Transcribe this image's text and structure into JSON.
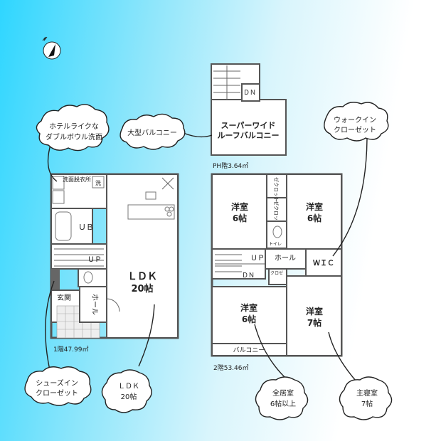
{
  "floor1": {
    "area_label": "1階47.99㎡",
    "rooms": {
      "ldk": {
        "name": "ＬＤＫ",
        "size": "20帖"
      },
      "ub": "ＵＢ",
      "hall": "ホール",
      "entrance": "玄関",
      "up": "ＵＰ",
      "washroom": "洗面脱衣所",
      "laundry": "洗"
    }
  },
  "floor2": {
    "area_label": "2階53.46㎡",
    "rooms": {
      "western1": {
        "name": "洋室",
        "size": "6帖"
      },
      "western2": {
        "name": "洋室",
        "size": "6帖"
      },
      "western3": {
        "name": "洋室",
        "size": "6帖"
      },
      "master": {
        "name": "洋室",
        "size": "7帖"
      },
      "closet1": "ゼクロット",
      "closet2": "ゼクロット",
      "wic": "ＷＩＣ",
      "hall": "ホール",
      "up": "ＵＰ",
      "dn": "ＤＮ",
      "toilet": "トイレ",
      "closet3": "クロゼ",
      "balcony": "バルコニー"
    }
  },
  "rooftop": {
    "area_label": "PH階3.64㎡",
    "balcony_line1": "スーパーワイド",
    "balcony_line2": "ルーフバルコニー",
    "dn": "ＤＮ"
  },
  "callouts": {
    "hotel": {
      "line1": "ホテルライクな",
      "line2": "ダブルボウル洗面"
    },
    "big_balcony": "大型バルコニー",
    "walkin": {
      "line1": "ウォークイン",
      "line2": "クローゼット"
    },
    "shoes": {
      "line1": "シューズイン",
      "line2": "クローゼット"
    },
    "ldk": {
      "line1": "ＬＤＫ",
      "line2": "20帖"
    },
    "all_rooms": {
      "line1": "全居室",
      "line2": "6帖以上"
    },
    "master": {
      "line1": "主寝室",
      "line2": "7帖"
    }
  },
  "compass_icon": "north-arrow-icon"
}
